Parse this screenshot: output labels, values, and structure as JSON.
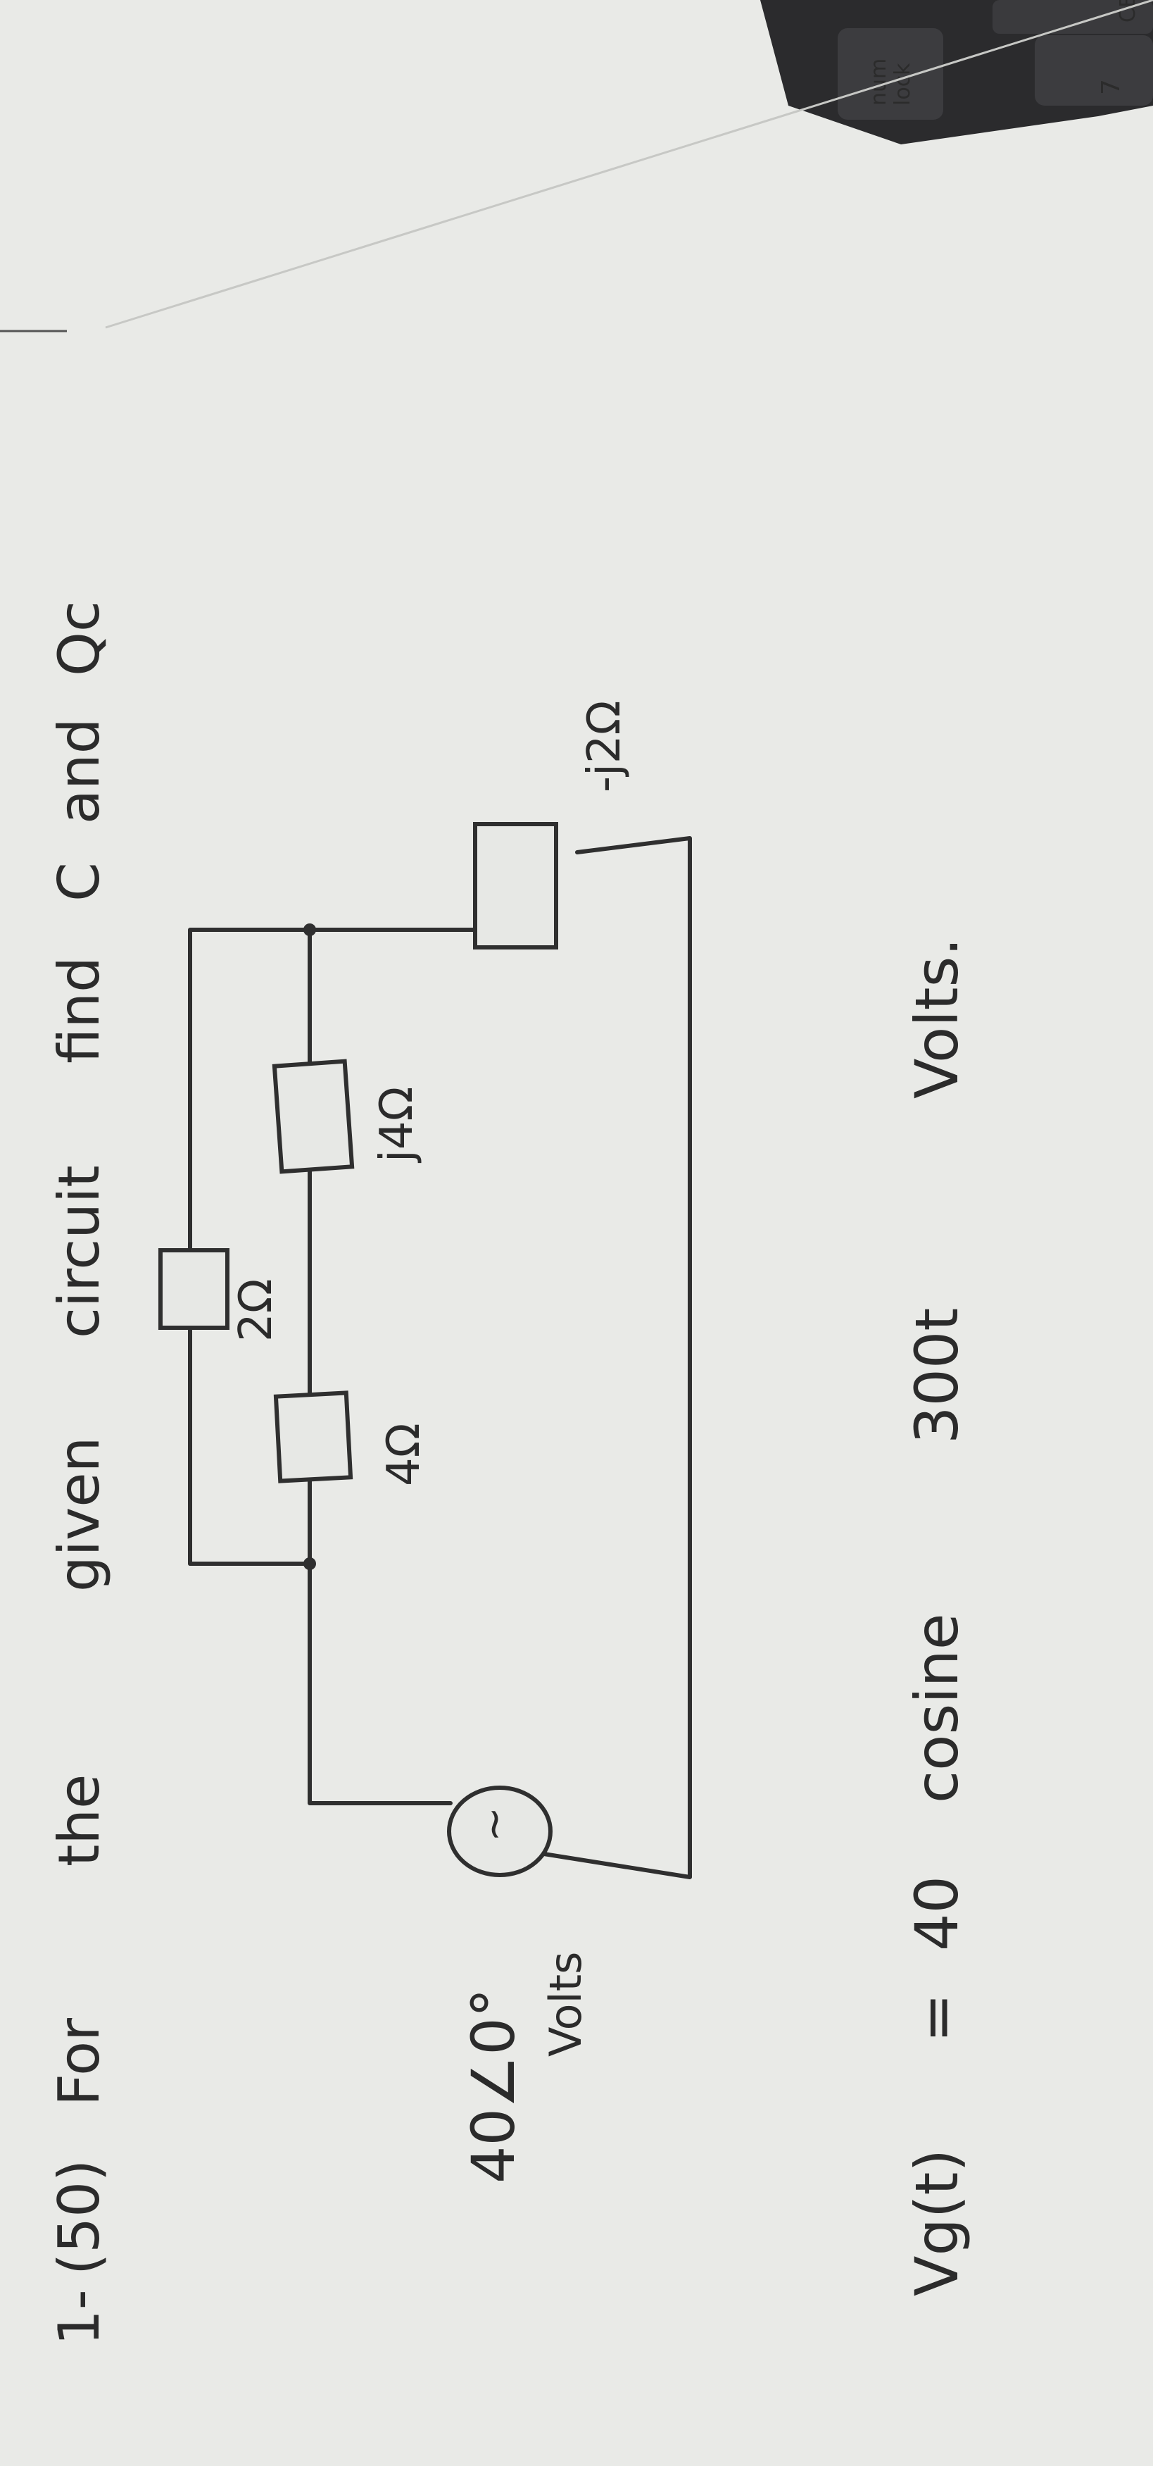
{
  "problem": {
    "number": "1-",
    "points": "(50)",
    "words": [
      "For",
      "the",
      "given",
      "circuit",
      "find",
      "C",
      "and",
      "Qc"
    ]
  },
  "circuit": {
    "source_symbol": "~",
    "source_phasor": "40∠0°",
    "source_unit": "Volts",
    "resistor_4": "4Ω",
    "resistor_2": "2Ω",
    "inductor": "j4Ω",
    "capacitor": "-j2Ω"
  },
  "equation": {
    "lhs": "Vg(t)",
    "equals": "=",
    "rhs": [
      "40",
      "cosine",
      "300t",
      "Volts."
    ]
  },
  "keyboard": {
    "key_top": "CE",
    "num_lock": [
      "num",
      "lock"
    ],
    "key_seven": "7"
  },
  "colors": {
    "paper": "#e9eae7",
    "ink": "#2f2f2f",
    "keyboard": "#2a2a2c"
  }
}
